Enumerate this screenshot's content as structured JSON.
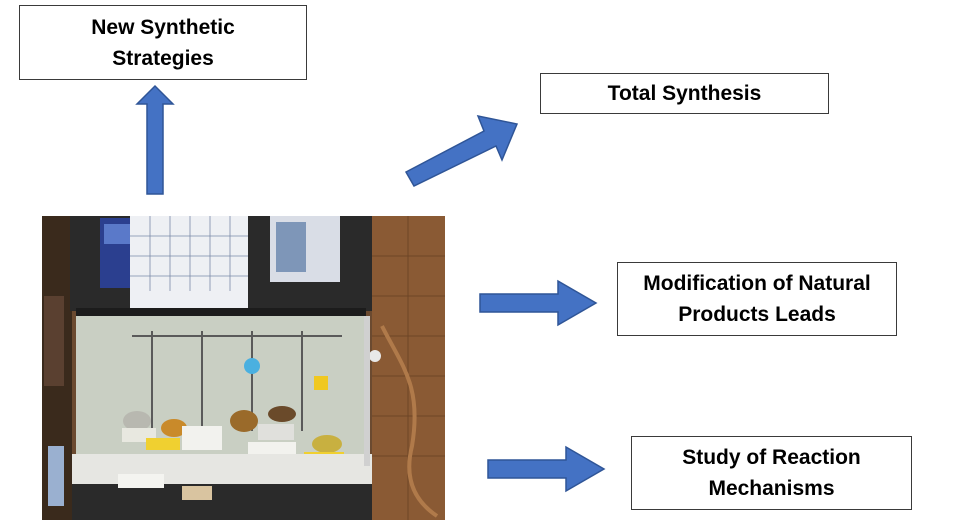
{
  "boxes": {
    "new_synthetic": "New Synthetic\nStrategies",
    "total_synthesis": "Total Synthesis",
    "modification": "Modification of Natural\nProducts Leads",
    "study": "Study of  Reaction\nMechanisms"
  },
  "colors": {
    "arrow_fill": "#4472c4",
    "arrow_stroke": "#2f5597",
    "box_border": "#3a3a3a"
  }
}
